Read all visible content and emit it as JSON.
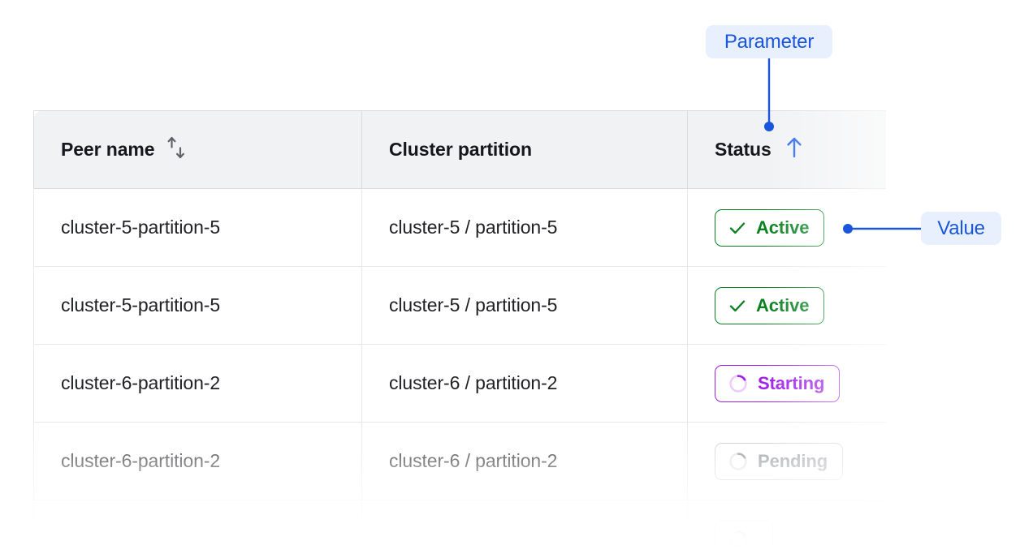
{
  "accent_colors": {
    "annotation_blue": "#1a56db",
    "annotation_chip_bg": "#e8f0fe",
    "sort_active_blue": "#2563eb",
    "sort_inactive_gray": "#5f6368",
    "status_active_green": "#0a8020",
    "status_starting_purple": "#a020e8",
    "status_pending_gray": "#8b8f96",
    "header_bg": "#f1f2f4",
    "border": "#e7e8ea"
  },
  "annotations": [
    {
      "id": "parameter",
      "label": "Parameter",
      "points_to": "status-column-header"
    },
    {
      "id": "value",
      "label": "Value",
      "points_to": "row-1-status-badge"
    }
  ],
  "table": {
    "columns": [
      {
        "key": "peer_name",
        "label": "Peer name",
        "sort_icon": "sort-updown-icon",
        "sorted": false
      },
      {
        "key": "cluster_partition",
        "label": "Cluster partition",
        "sort_icon": null,
        "sorted": false
      },
      {
        "key": "status",
        "label": "Status",
        "sort_icon": "arrow-up-icon",
        "sorted": true,
        "sort_direction": "ascending"
      }
    ],
    "rows": [
      {
        "peer_name": "cluster-5-partition-5",
        "cluster_partition": "cluster-5 / partition-5",
        "status": {
          "label": "Active",
          "variant": "active",
          "icon": "check-icon"
        }
      },
      {
        "peer_name": "cluster-5-partition-5",
        "cluster_partition": "cluster-5 / partition-5",
        "status": {
          "label": "Active",
          "variant": "active",
          "icon": "check-icon"
        }
      },
      {
        "peer_name": "cluster-6-partition-2",
        "cluster_partition": "cluster-6 / partition-2",
        "status": {
          "label": "Starting",
          "variant": "starting",
          "icon": "spinner-icon"
        }
      },
      {
        "peer_name": "cluster-6-partition-2",
        "cluster_partition": "cluster-6 / partition-2",
        "status": {
          "label": "Pending",
          "variant": "pending",
          "icon": "spinner-icon"
        }
      },
      {
        "peer_name": "",
        "cluster_partition": "",
        "status": {
          "label": "",
          "variant": "pending",
          "icon": "spinner-icon"
        }
      }
    ]
  }
}
